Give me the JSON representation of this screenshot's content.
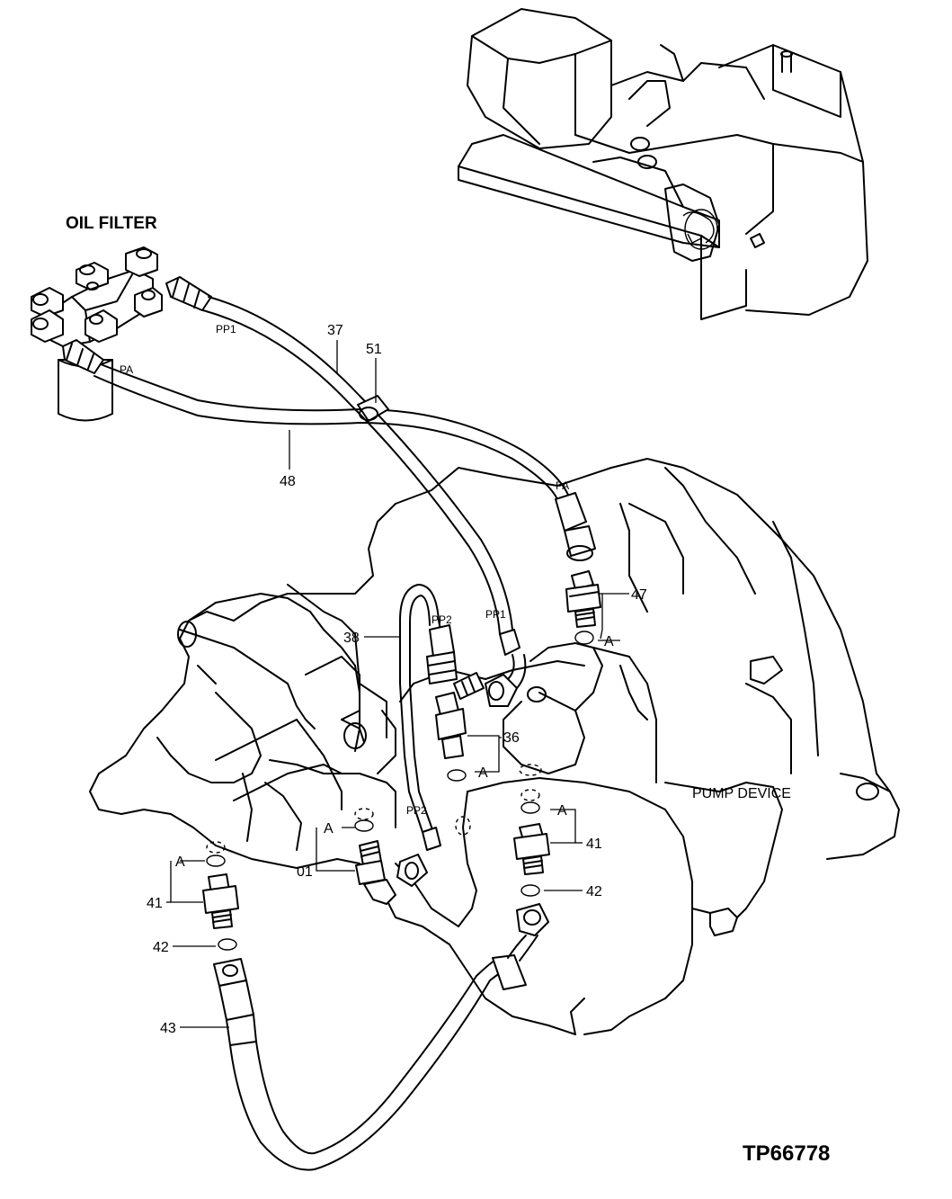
{
  "captions": {
    "oil_filter": "OIL FILTER",
    "pump_device": "PUMP DEVICE",
    "drawing_code": "TP66778"
  },
  "port_labels": {
    "pp1_filter": "PP1",
    "pa_filter": "PA",
    "pa_pump": "PA",
    "pp2_upper": "PP2",
    "pp1_pump": "PP1",
    "pp2_lower": "PP2"
  },
  "part_numbers": {
    "p37": "37",
    "p51": "51",
    "p48": "48",
    "p38": "38",
    "p47": "47",
    "p36": "36",
    "p41_right": "41",
    "p42_right": "42",
    "p41_left": "41",
    "p42_left": "42",
    "p43": "43",
    "p01": "01"
  },
  "detail_refs": {
    "a_47": "A",
    "a_36": "A",
    "a_41_right": "A",
    "a_01": "A",
    "a_41_left": "A"
  }
}
